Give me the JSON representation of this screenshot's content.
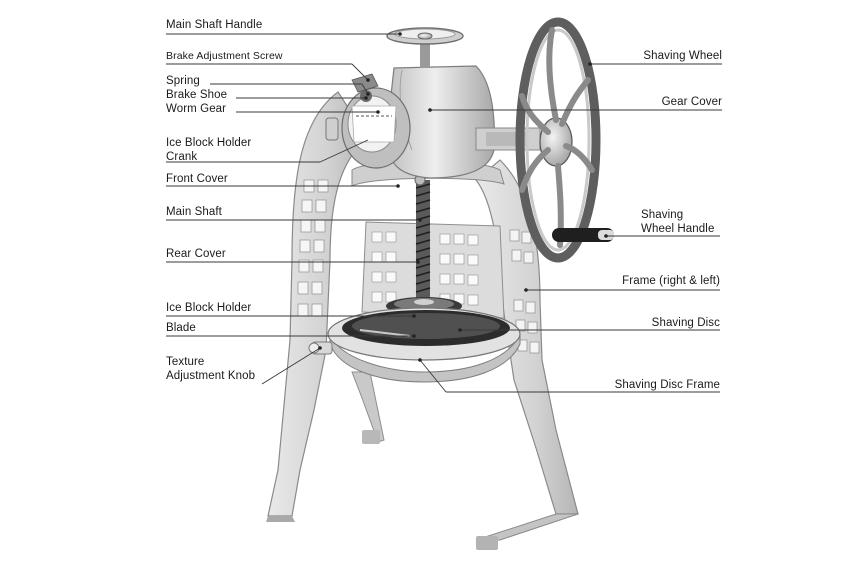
{
  "colors": {
    "metal": "#d6d6d6",
    "metal_light": "#ececec",
    "metal_shadow": "#9a9a9a",
    "dark": "#2b2b2b",
    "leader": "#3a3a3a",
    "label_text": "#1a1a1a"
  },
  "labels_left": {
    "main_shaft_handle": "Main Shaft Handle",
    "brake_adjustment_screw": "Brake Adjustment Screw",
    "spring": "Spring",
    "brake_shoe": "Brake Shoe",
    "worm_gear": "Worm Gear",
    "ice_block_holder_crank_line1": "Ice Block Holder",
    "ice_block_holder_crank_line2": "Crank",
    "front_cover": "Front Cover",
    "main_shaft": "Main Shaft",
    "rear_cover": "Rear Cover",
    "ice_block_holder": "Ice Block Holder",
    "blade": "Blade",
    "texture_adjustment_knob_line1": "Texture",
    "texture_adjustment_knob_line2": "Adjustment Knob"
  },
  "labels_right": {
    "shaving_wheel": "Shaving Wheel",
    "gear_cover": "Gear Cover",
    "shaving_wheel_handle_line1": "Shaving",
    "shaving_wheel_handle_line2": "Wheel Handle",
    "frame": "Frame (right & left)",
    "shaving_disc": "Shaving Disc",
    "shaving_disc_frame": "Shaving Disc Frame"
  }
}
